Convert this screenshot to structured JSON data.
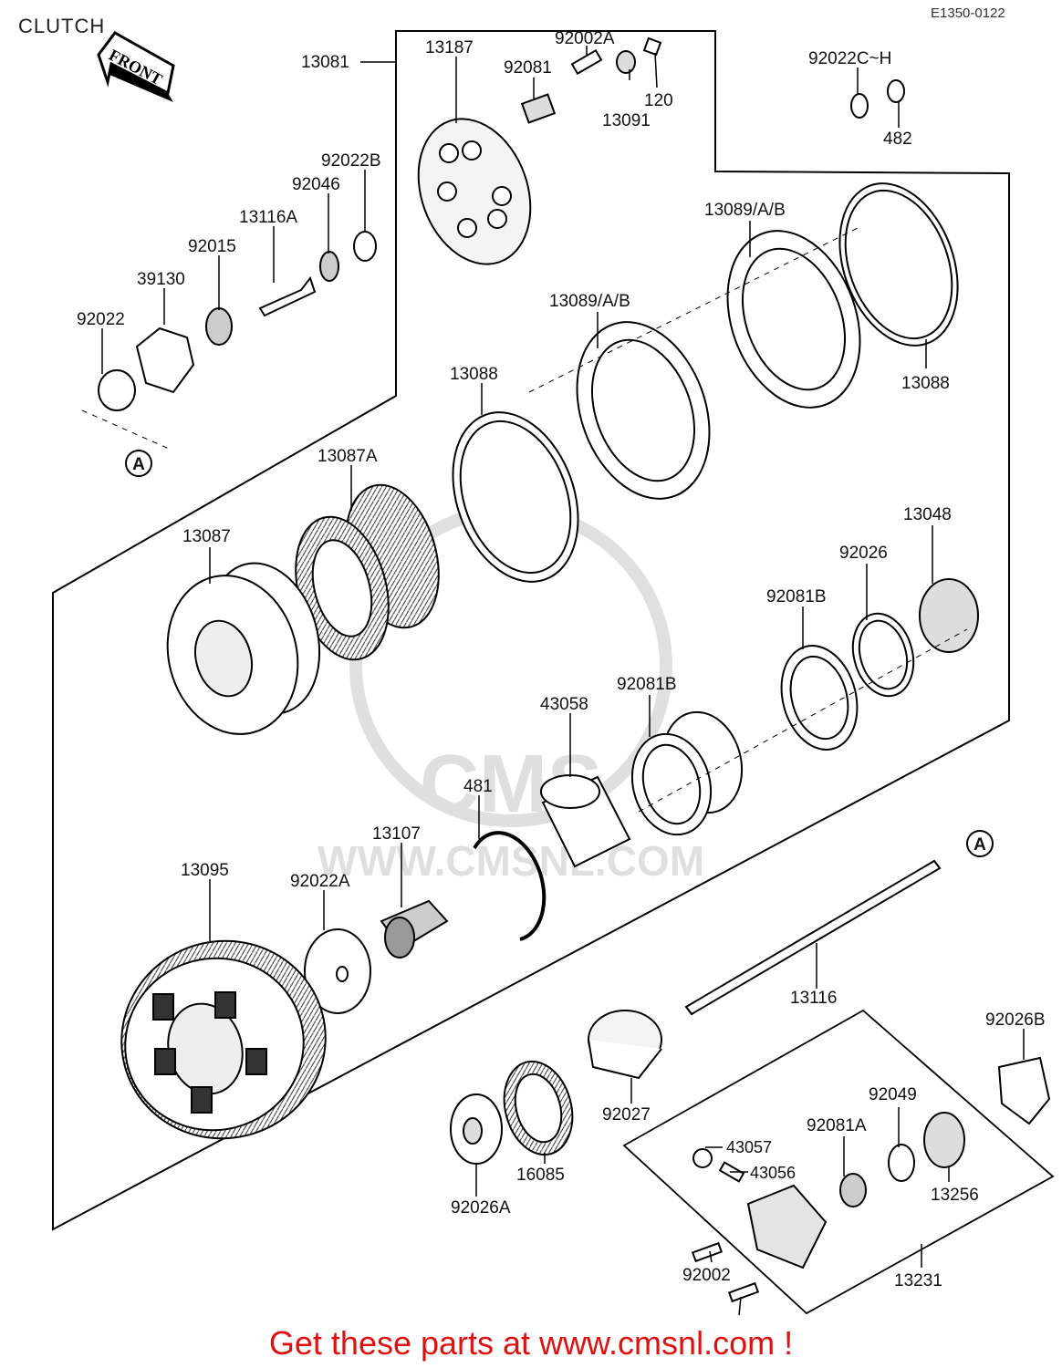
{
  "header": {
    "title": "CLUTCH",
    "drawing_code": "E1350-0122"
  },
  "front_arrow": "FRONT",
  "reference_marker": "A",
  "footer": {
    "cta": "Get these parts at www.cmsnl.com !"
  },
  "watermark": {
    "brand": "CMS",
    "url": "WWW.CMSNL.COM"
  },
  "parts": {
    "p13081": "13081",
    "p13187": "13187",
    "p92002A": "92002A",
    "p92081": "92081",
    "p120": "120",
    "p13091": "13091",
    "p92022CH": "92022C~H",
    "p482": "482",
    "p92022B": "92022B",
    "p92046": "92046",
    "p13116A": "13116A",
    "p92015": "92015",
    "p39130": "39130",
    "p92022": "92022",
    "p13089a": "13089/A/B",
    "p13089b": "13089/A/B",
    "p13088a": "13088",
    "p13088b": "13088",
    "p13087A": "13087A",
    "p13087": "13087",
    "p13048": "13048",
    "p92026": "92026",
    "p92081Ba": "92081B",
    "p92081Bb": "92081B",
    "p43058": "43058",
    "p481": "481",
    "p13107": "13107",
    "p13095": "13095",
    "p92022A": "92022A",
    "p13116": "13116",
    "p92026B": "92026B",
    "p92049": "92049",
    "p92081A": "92081A",
    "p43057": "43057",
    "p43056": "43056",
    "p13256": "13256",
    "p92027": "92027",
    "p16085": "16085",
    "p92026A": "92026A",
    "p92002a": "92002",
    "p92002b": "92002",
    "p13231": "13231"
  }
}
